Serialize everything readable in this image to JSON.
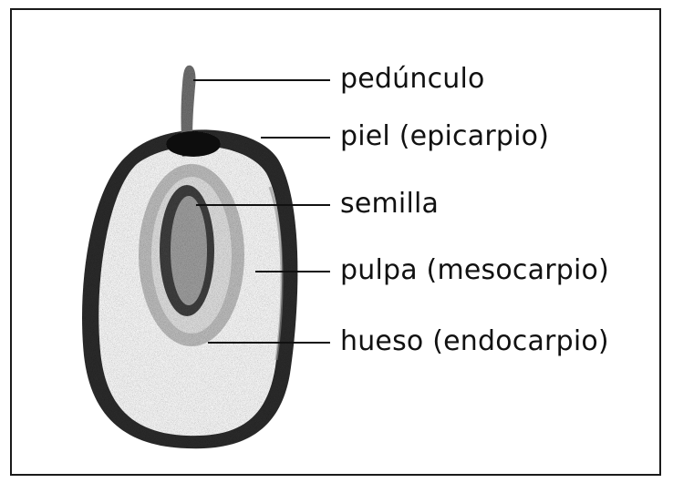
{
  "diagram": {
    "labels": {
      "peduncle": "pedúnculo",
      "skin": "piel (epicarpio)",
      "seed": "semilla",
      "pulp": "pulpa (mesocarpio)",
      "pit": "hueso (endocarpio)"
    }
  },
  "colors": {
    "ink": "#111111",
    "skin_dark": "#1c1c1c",
    "pulp_light": "#efefef",
    "pit_mid": "#bdbdbd",
    "seed_dark": "#4a4a4a"
  }
}
